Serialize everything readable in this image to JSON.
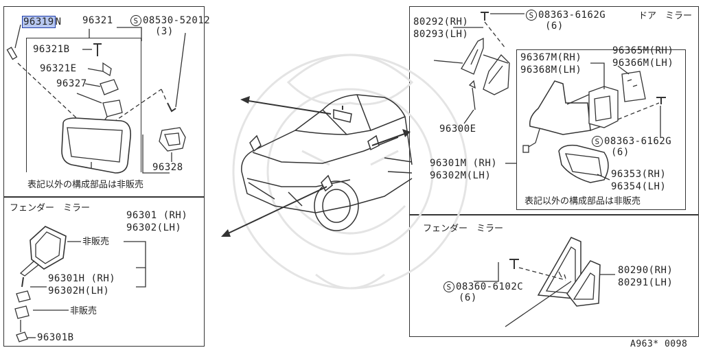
{
  "colors": {
    "line": "#333333",
    "highlight_fill": "#b7c7f0",
    "highlight_border": "#1c3aa8",
    "watermark": "#e4e4e4"
  },
  "inner_mirror": {
    "part_highlight": "96319",
    "part_highlight_suffix": "N",
    "part_96321": "96321",
    "screw_code": "08530-52012",
    "screw_qty": "(3)",
    "screw_symbol": "S",
    "part_96321b": "96321B",
    "part_96321e": "96321E",
    "part_96327": "96327",
    "part_96328": "96328",
    "note": "表記以外の構成部品は非販売"
  },
  "fender_left": {
    "title": "フェンダー　ミラー",
    "part_rh": "96301 (RH)",
    "part_lh": "96302(LH)",
    "not_sold_1": "非販売",
    "part_h_rh": "96301H (RH)",
    "part_h_lh": "96302H(LH)",
    "not_sold_2": "非販売",
    "part_b": "96301B"
  },
  "door_mirror": {
    "screw_symbol": "S",
    "screw_code_top": "08363-6162G",
    "screw_qty_top": "(6)",
    "title": "ドア　ミラー",
    "part_80292": "80292(RH)",
    "part_80293": "80293(LH)",
    "part_96367m": "96367M(RH)",
    "part_96368m": "96368M(LH)",
    "part_96365m": "96365M(RH)",
    "part_96366m": "96366M(LH)",
    "part_96300e": "96300E",
    "screw_code_mid": "08363-6162G",
    "screw_qty_mid": "(6)",
    "part_96301m": "96301M (RH)",
    "part_96302m": "96302M(LH)",
    "part_96353": "96353(RH)",
    "part_96354": "96354(LH)",
    "note": "表記以外の構成部品は非販売"
  },
  "fender_right": {
    "title": "フェンダー　ミラー",
    "screw_symbol": "S",
    "screw_code": "08360-6102C",
    "screw_qty": "(6)",
    "part_80290": "80290(RH)",
    "part_80291": "80291(LH)"
  },
  "footer": {
    "code": "A963* 0098"
  }
}
